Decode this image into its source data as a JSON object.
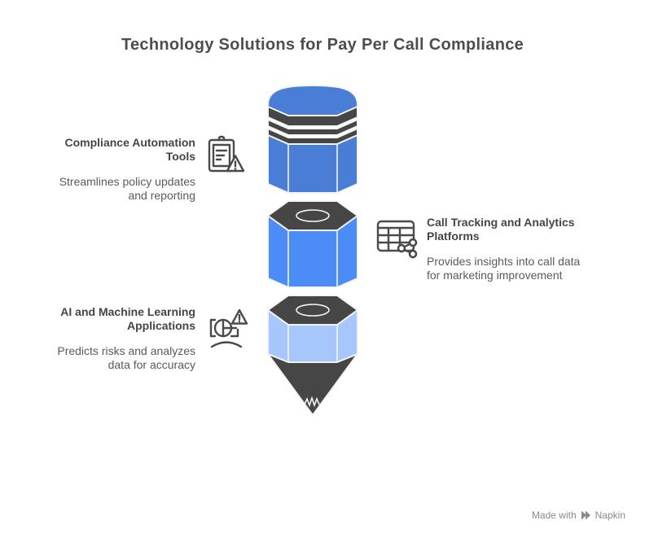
{
  "title": "Technology Solutions for Pay Per Call Compliance",
  "colors": {
    "title_text": "#4d4d4d",
    "label_title": "#454545",
    "label_body": "#5a5a5a",
    "icon_stroke": "#4a4a4a",
    "pencil_dark": "#464646",
    "pencil_outline": "#f4f4f4",
    "segment_top_blue": "#4a7ed6",
    "segment_middle_blue": "#4b8cf6",
    "segment_bottom_blue": "#a6c6fc",
    "watermark_text": "#8a8a8a"
  },
  "items": [
    {
      "side": "left",
      "icon": "clipboard-alert-icon",
      "title": "Compliance Automation Tools",
      "description": "Streamlines policy updates and reporting"
    },
    {
      "side": "right",
      "icon": "table-share-icon",
      "title": "Call Tracking and Analytics Platforms",
      "description": "Provides insights into call data for marketing improvement"
    },
    {
      "side": "left",
      "icon": "ai-alert-icon",
      "title": "AI and Machine Learning Applications",
      "description": "Predicts risks and analyzes data for accuracy"
    }
  ],
  "watermark": {
    "prefix": "Made with",
    "brand": "Napkin"
  }
}
